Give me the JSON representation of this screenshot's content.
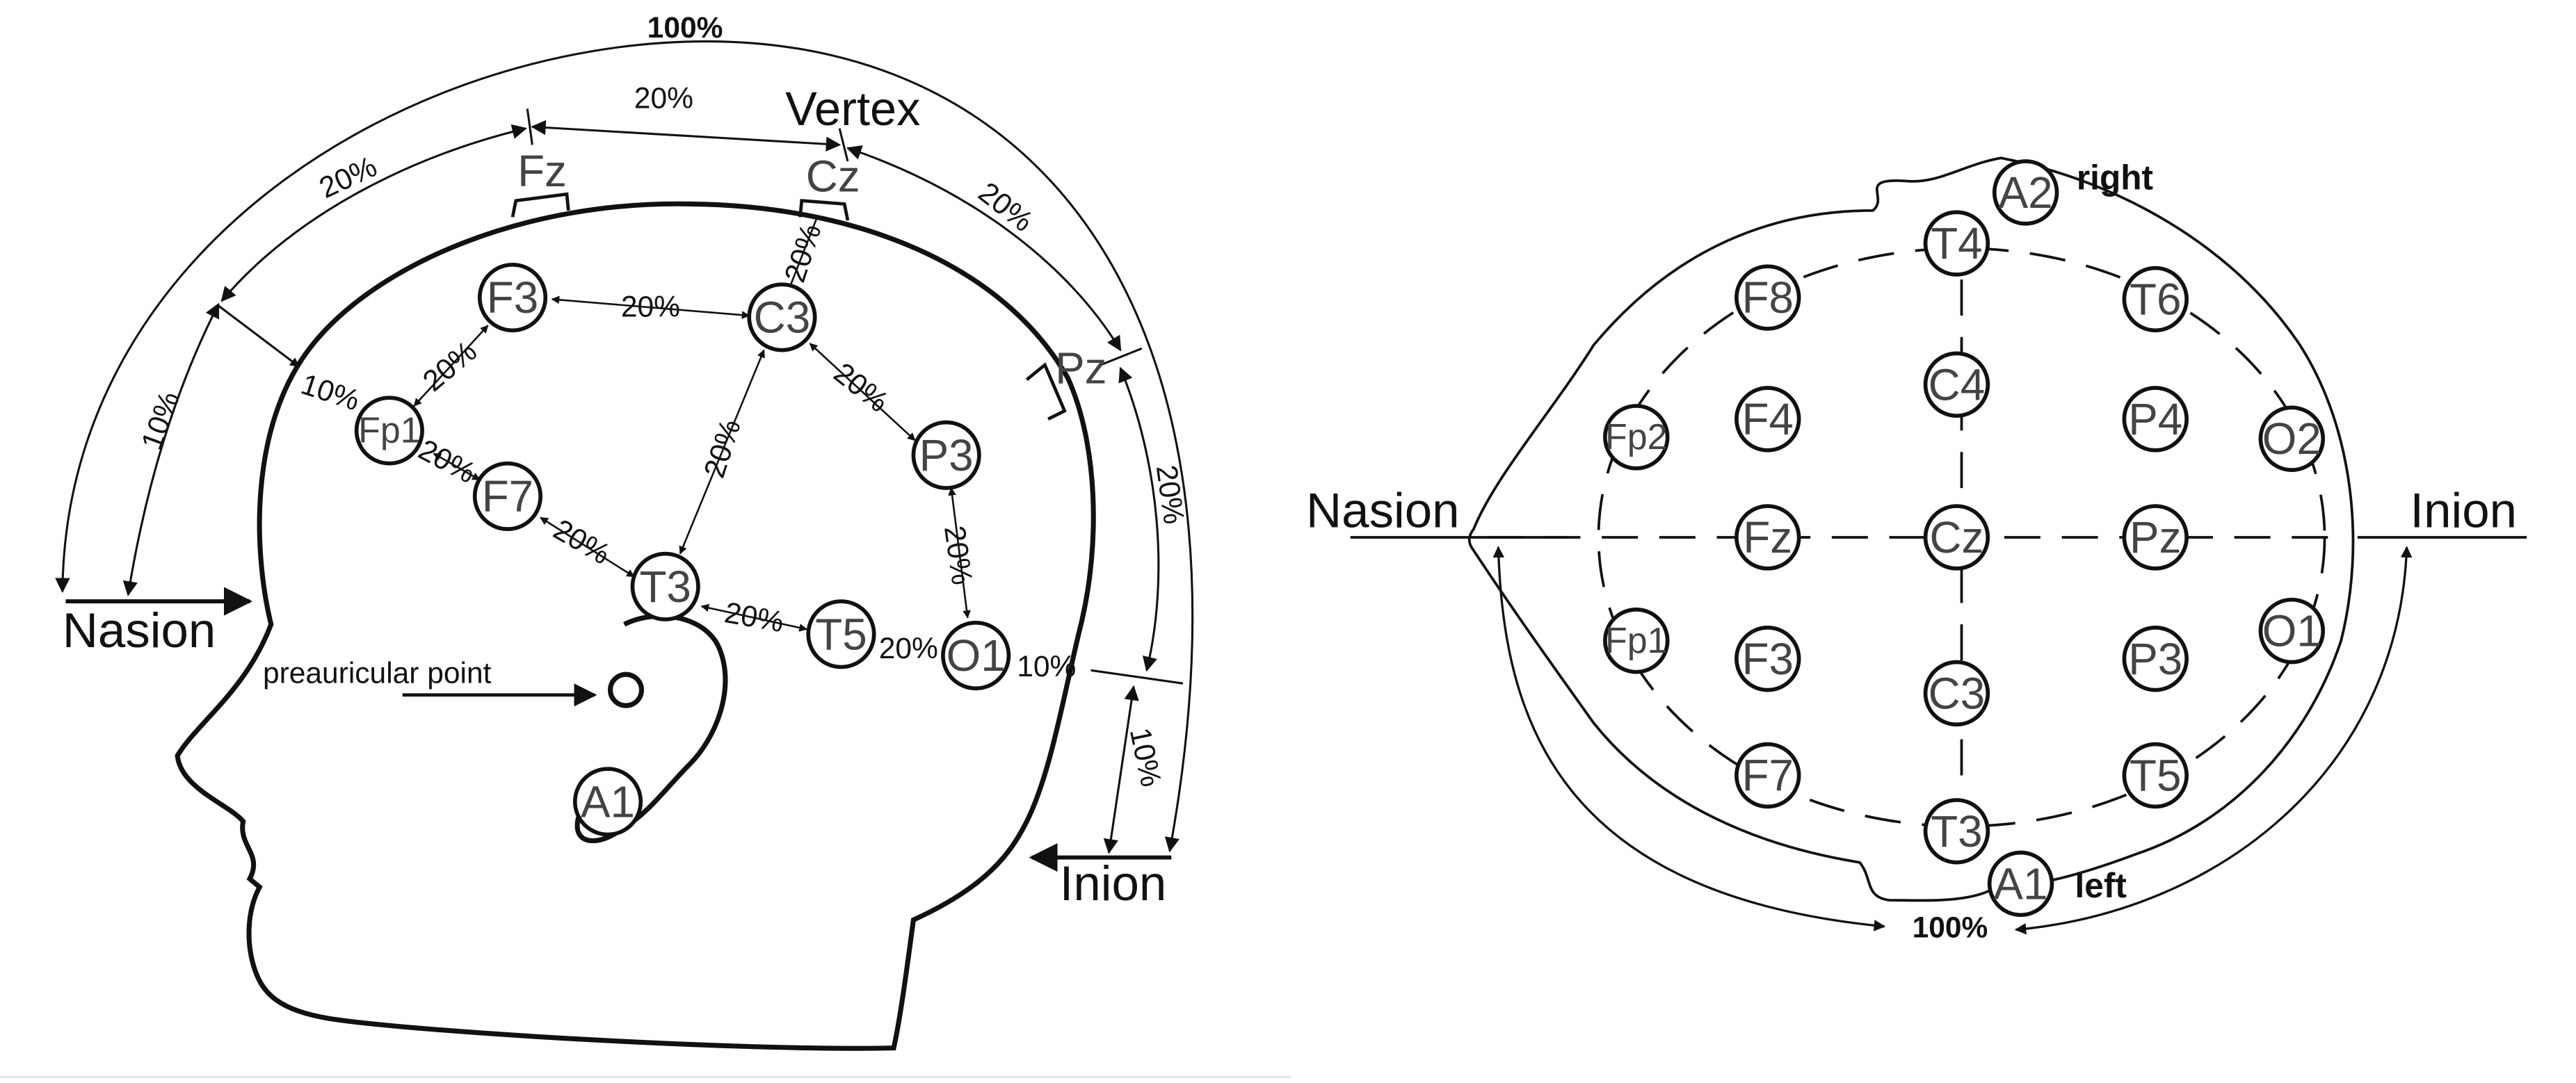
{
  "side_view": {
    "circumference_label": "100%",
    "vertex_label": "Vertex",
    "nasion_label": "Nasion",
    "inion_label": "Inion",
    "preauricular_label": "preauricular point",
    "midline_electrodes": {
      "fz": "Fz",
      "cz": "Cz",
      "pz": "Pz"
    },
    "electrodes": {
      "fp1": "Fp1",
      "f3": "F3",
      "c3": "C3",
      "p3": "P3",
      "f7": "F7",
      "t3": "T3",
      "t5": "T5",
      "o1": "O1",
      "a1": "A1"
    },
    "percentages": {
      "arc_fz_cz": "20%",
      "arc_nasion_fz": "20%",
      "arc_cz_pz": "20%",
      "arc_nasion_side": "10%",
      "arc_inion_side": "20%",
      "lower_inion": "10%",
      "cz_c3": "20%",
      "f3_c3": "20%",
      "fp1_side": "10%",
      "fp1_f3": "20%",
      "fp1_f7": "20%",
      "c3_p3": "20%",
      "c3_t3": "20%",
      "f7_t3": "20%",
      "p3_o1": "20%",
      "t3_t5": "20%",
      "t5_o1": "20%",
      "o1_right": "10%"
    }
  },
  "top_view": {
    "nasion_label": "Nasion",
    "inion_label": "Inion",
    "right_label": "right",
    "left_label": "left",
    "circumference_label": "100%",
    "electrodes": {
      "a2": "A2",
      "t4": "T4",
      "f8": "F8",
      "t6": "T6",
      "fp2": "Fp2",
      "f4": "F4",
      "c4": "C4",
      "p4": "P4",
      "o2": "O2",
      "fz": "Fz",
      "cz": "Cz",
      "pz": "Pz",
      "fp1": "Fp1",
      "f3": "F3",
      "c3": "C3",
      "p3": "P3",
      "o1": "O1",
      "f7": "F7",
      "t3": "T3",
      "t5": "T5",
      "a1": "A1"
    }
  }
}
